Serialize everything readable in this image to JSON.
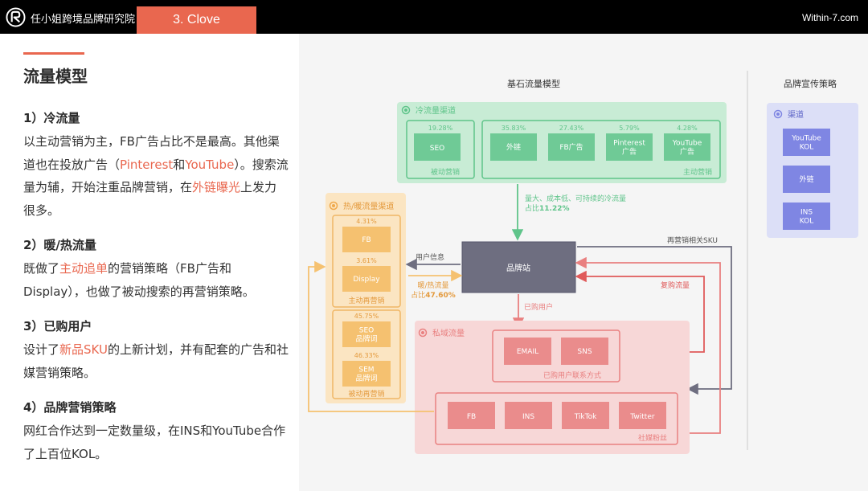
{
  "header": {
    "brand": "任小姐跨境品牌研究院",
    "tab": "3. Clove",
    "site": "Within-7.com"
  },
  "left": {
    "title": "流量模型",
    "sections": [
      {
        "heading": "1）冷流量",
        "segments": [
          {
            "t": "以主动营销为主，FB广告占比不是最高。其他渠道也在投放广告（",
            "hl": false
          },
          {
            "t": "Pinterest",
            "hl": true
          },
          {
            "t": "和",
            "hl": false
          },
          {
            "t": "YouTube",
            "hl": true
          },
          {
            "t": "）。搜索流量为辅，开始注重品牌营销，在",
            "hl": false
          },
          {
            "t": "外链曝光",
            "hl": true
          },
          {
            "t": "上发力很多。",
            "hl": false
          }
        ]
      },
      {
        "heading": "2）暖/热流量",
        "segments": [
          {
            "t": "既做了",
            "hl": false
          },
          {
            "t": "主动追单",
            "hl": true
          },
          {
            "t": "的营销策略（FB广告和Display），也做了被动搜索的再营销策略。",
            "hl": false
          }
        ]
      },
      {
        "heading": "3）已购用户",
        "segments": [
          {
            "t": "设计了",
            "hl": false
          },
          {
            "t": "新品SKU",
            "hl": true
          },
          {
            "t": "的上新计划，并有配套的广告和社媒营销策略。",
            "hl": false
          }
        ]
      },
      {
        "heading": "4）品牌营销策略",
        "segments": [
          {
            "t": "网红合作达到一定数量级，在INS和YouTube合作了上百位KOL。",
            "hl": false
          }
        ]
      }
    ]
  },
  "diagram": {
    "main_title": "基石流量模型",
    "side_title": "品牌宣传策略",
    "cold": {
      "label": "冷流量渠道",
      "passive": {
        "pct": "19.28%",
        "item": "SEO",
        "caption": "被动营销"
      },
      "active": {
        "caption": "主动营销",
        "items": [
          {
            "pct": "35.83%",
            "label": [
              "外链"
            ]
          },
          {
            "pct": "27.43%",
            "label": [
              "FB广告"
            ]
          },
          {
            "pct": "5.79%",
            "label": [
              "Pinterest",
              "广告"
            ]
          },
          {
            "pct": "4.28%",
            "label": [
              "YouTube",
              "广告"
            ]
          }
        ]
      },
      "arrow_text": "量大、成本低、可持续的冷流量",
      "share_prefix": "占比",
      "share": "11.22%"
    },
    "warm": {
      "label": "热/暖流量渠道",
      "active": {
        "caption": "主动再营销",
        "items": [
          {
            "pct": "4.31%",
            "label": [
              "FB"
            ]
          },
          {
            "pct": "3.61%",
            "label": [
              "Display"
            ]
          }
        ]
      },
      "passive": {
        "caption": "被动再营销",
        "items": [
          {
            "pct": "45.75%",
            "label": [
              "SEO",
              "品牌词"
            ]
          },
          {
            "pct": "46.33%",
            "label": [
              "SEM",
              "品牌词"
            ]
          }
        ]
      },
      "arrow_text": "暖/热流量",
      "share_prefix": "占比",
      "share": "47.60%"
    },
    "site_box": "品牌站",
    "user_info": "用户信息",
    "remarketing_sku": "再营销相关SKU",
    "repurchase": "复购流量",
    "purchased": "已购用户",
    "private": {
      "label": "私域流量",
      "contacts": [
        "EMAIL",
        "SNS"
      ],
      "contacts_caption": "已购用户联系方式",
      "social": [
        "FB",
        "INS",
        "TikTok",
        "Twitter"
      ],
      "social_caption": "社媒粉丝"
    },
    "brand_side": {
      "label": "渠道",
      "items": [
        [
          "YouTube",
          "KOL"
        ],
        [
          "外链"
        ],
        [
          "INS",
          "KOL"
        ]
      ]
    },
    "colors": {
      "cold": "#5fc48a",
      "warm": "#f5c170",
      "private": "#e98080",
      "site": "#6e6e80",
      "brand": "#7f86e3",
      "accent": "#e9674f"
    }
  }
}
